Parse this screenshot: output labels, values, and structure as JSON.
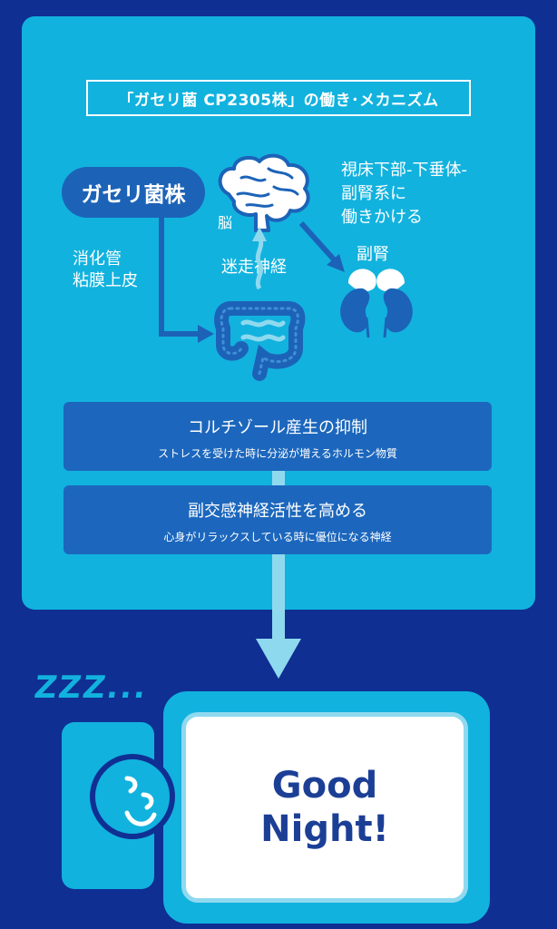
{
  "header": {
    "title": "「ガセリ菌 CP2305株」の働き･メカニズム"
  },
  "diagram": {
    "strain_label": "ガセリ菌株",
    "mucosa_label": "消化管\n粘膜上皮",
    "brain_label": "脳",
    "vagus_label": "迷走神経",
    "hpa_label": "視床下部-下垂体-\n副腎系に\n働きかける",
    "adrenal_label": "副腎"
  },
  "boxes": [
    {
      "title": "コルチゾール産生の抑制",
      "subtitle": "ストレスを受けた時に分泌が増えるホルモン物質"
    },
    {
      "title": "副交感神経活性を高める",
      "subtitle": "心身がリラックスしている時に優位になる神経"
    }
  ],
  "sleep": {
    "zzz": "ZZZ...",
    "tv_text": "Good\nNight!"
  },
  "colors": {
    "background": "#0f2f93",
    "panel": "#12b2de",
    "box": "#1c67bd",
    "tv_text": "#1c3f96"
  },
  "icons": [
    "brain-icon",
    "intestine-icon",
    "adrenal-kidney-icon",
    "face-icon"
  ]
}
